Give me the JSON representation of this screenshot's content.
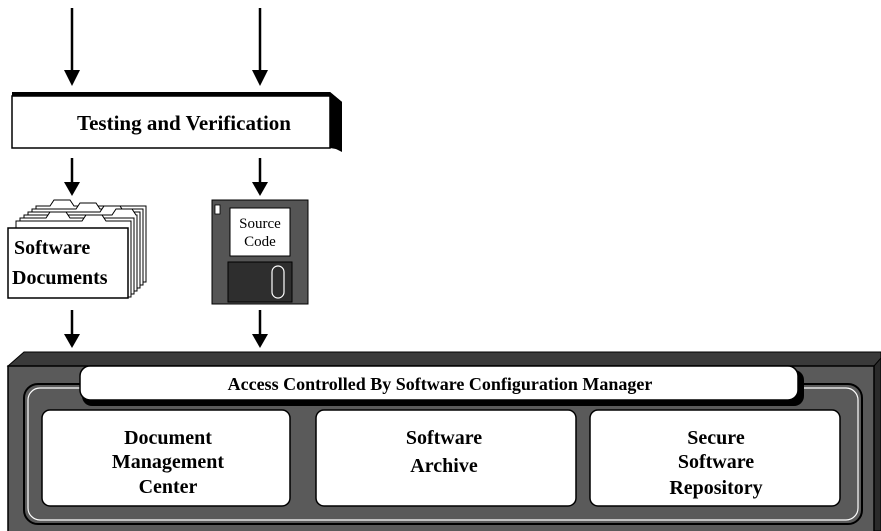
{
  "testing_box": {
    "label": "Testing and Verification"
  },
  "software_documents": {
    "line1": "Software",
    "line2": "Documents"
  },
  "source_code": {
    "line1": "Source",
    "line2": "Code"
  },
  "access_banner": {
    "label": "Access Controlled By Software Configuration Manager"
  },
  "modules": [
    {
      "lines": [
        "Document",
        "Management",
        "Center"
      ]
    },
    {
      "lines": [
        "Software",
        "Archive"
      ]
    },
    {
      "lines": [
        "Secure",
        "Software",
        "Repository"
      ]
    }
  ],
  "colors": {
    "outer_panel": "#5a5a5a",
    "panel_depth": "#3a3a3a",
    "floppy_body": "#555555",
    "floppy_shutter": "#2e2e2e",
    "paper": "#ffffff",
    "stroke": "#000000"
  },
  "icons": {
    "documents": "stacked-folders-icon",
    "source_code": "floppy-disk-icon",
    "arrow": "down-arrow-icon"
  }
}
